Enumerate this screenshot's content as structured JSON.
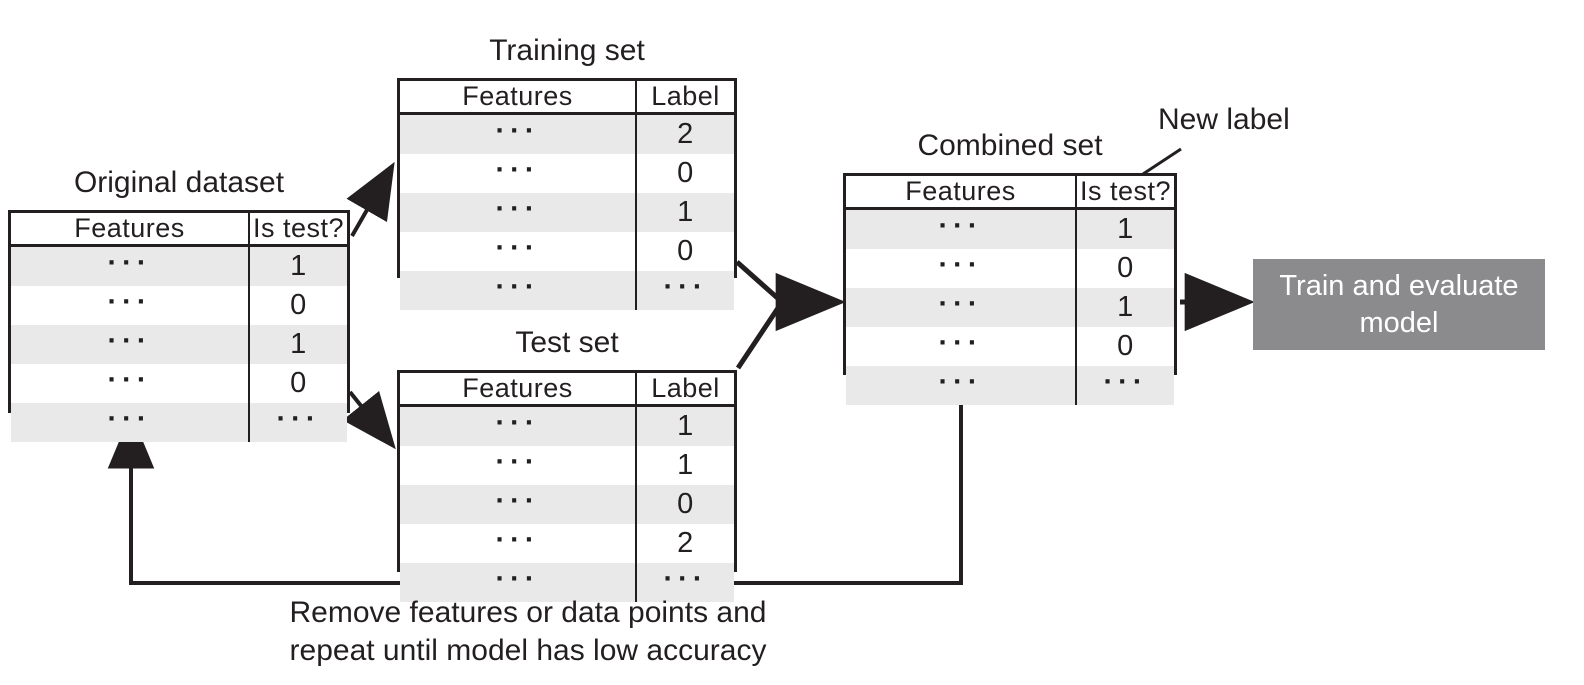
{
  "diagram": {
    "tables": {
      "original": {
        "title": "Original dataset",
        "columns": [
          "Features",
          "Is test?"
        ],
        "rows": [
          [
            "···",
            "1"
          ],
          [
            "···",
            "0"
          ],
          [
            "···",
            "1"
          ],
          [
            "···",
            "0"
          ],
          [
            "···",
            "···"
          ]
        ]
      },
      "training": {
        "title": "Training set",
        "columns": [
          "Features",
          "Label"
        ],
        "rows": [
          [
            "···",
            "2"
          ],
          [
            "···",
            "0"
          ],
          [
            "···",
            "1"
          ],
          [
            "···",
            "0"
          ],
          [
            "···",
            "···"
          ]
        ]
      },
      "test": {
        "title": "Test set",
        "columns": [
          "Features",
          "Label"
        ],
        "rows": [
          [
            "···",
            "1"
          ],
          [
            "···",
            "1"
          ],
          [
            "···",
            "0"
          ],
          [
            "···",
            "2"
          ],
          [
            "···",
            "···"
          ]
        ]
      },
      "combined": {
        "title": "Combined set",
        "columns": [
          "Features",
          "Is test?"
        ],
        "rows": [
          [
            "···",
            "1"
          ],
          [
            "···",
            "0"
          ],
          [
            "···",
            "1"
          ],
          [
            "···",
            "0"
          ],
          [
            "···",
            "···"
          ]
        ]
      }
    },
    "process_box": {
      "line1": "Train and evaluate",
      "line2": "model"
    },
    "annotations": {
      "new_label": "New label",
      "caption_line1": "Remove features or data points and",
      "caption_line2": "repeat until model has low accuracy"
    },
    "colors": {
      "ink": "#231f20",
      "row_shade": "#e9e9ea",
      "process_box_fill": "#8b8b8e",
      "process_box_text": "#ffffff",
      "background": "#ffffff"
    }
  }
}
